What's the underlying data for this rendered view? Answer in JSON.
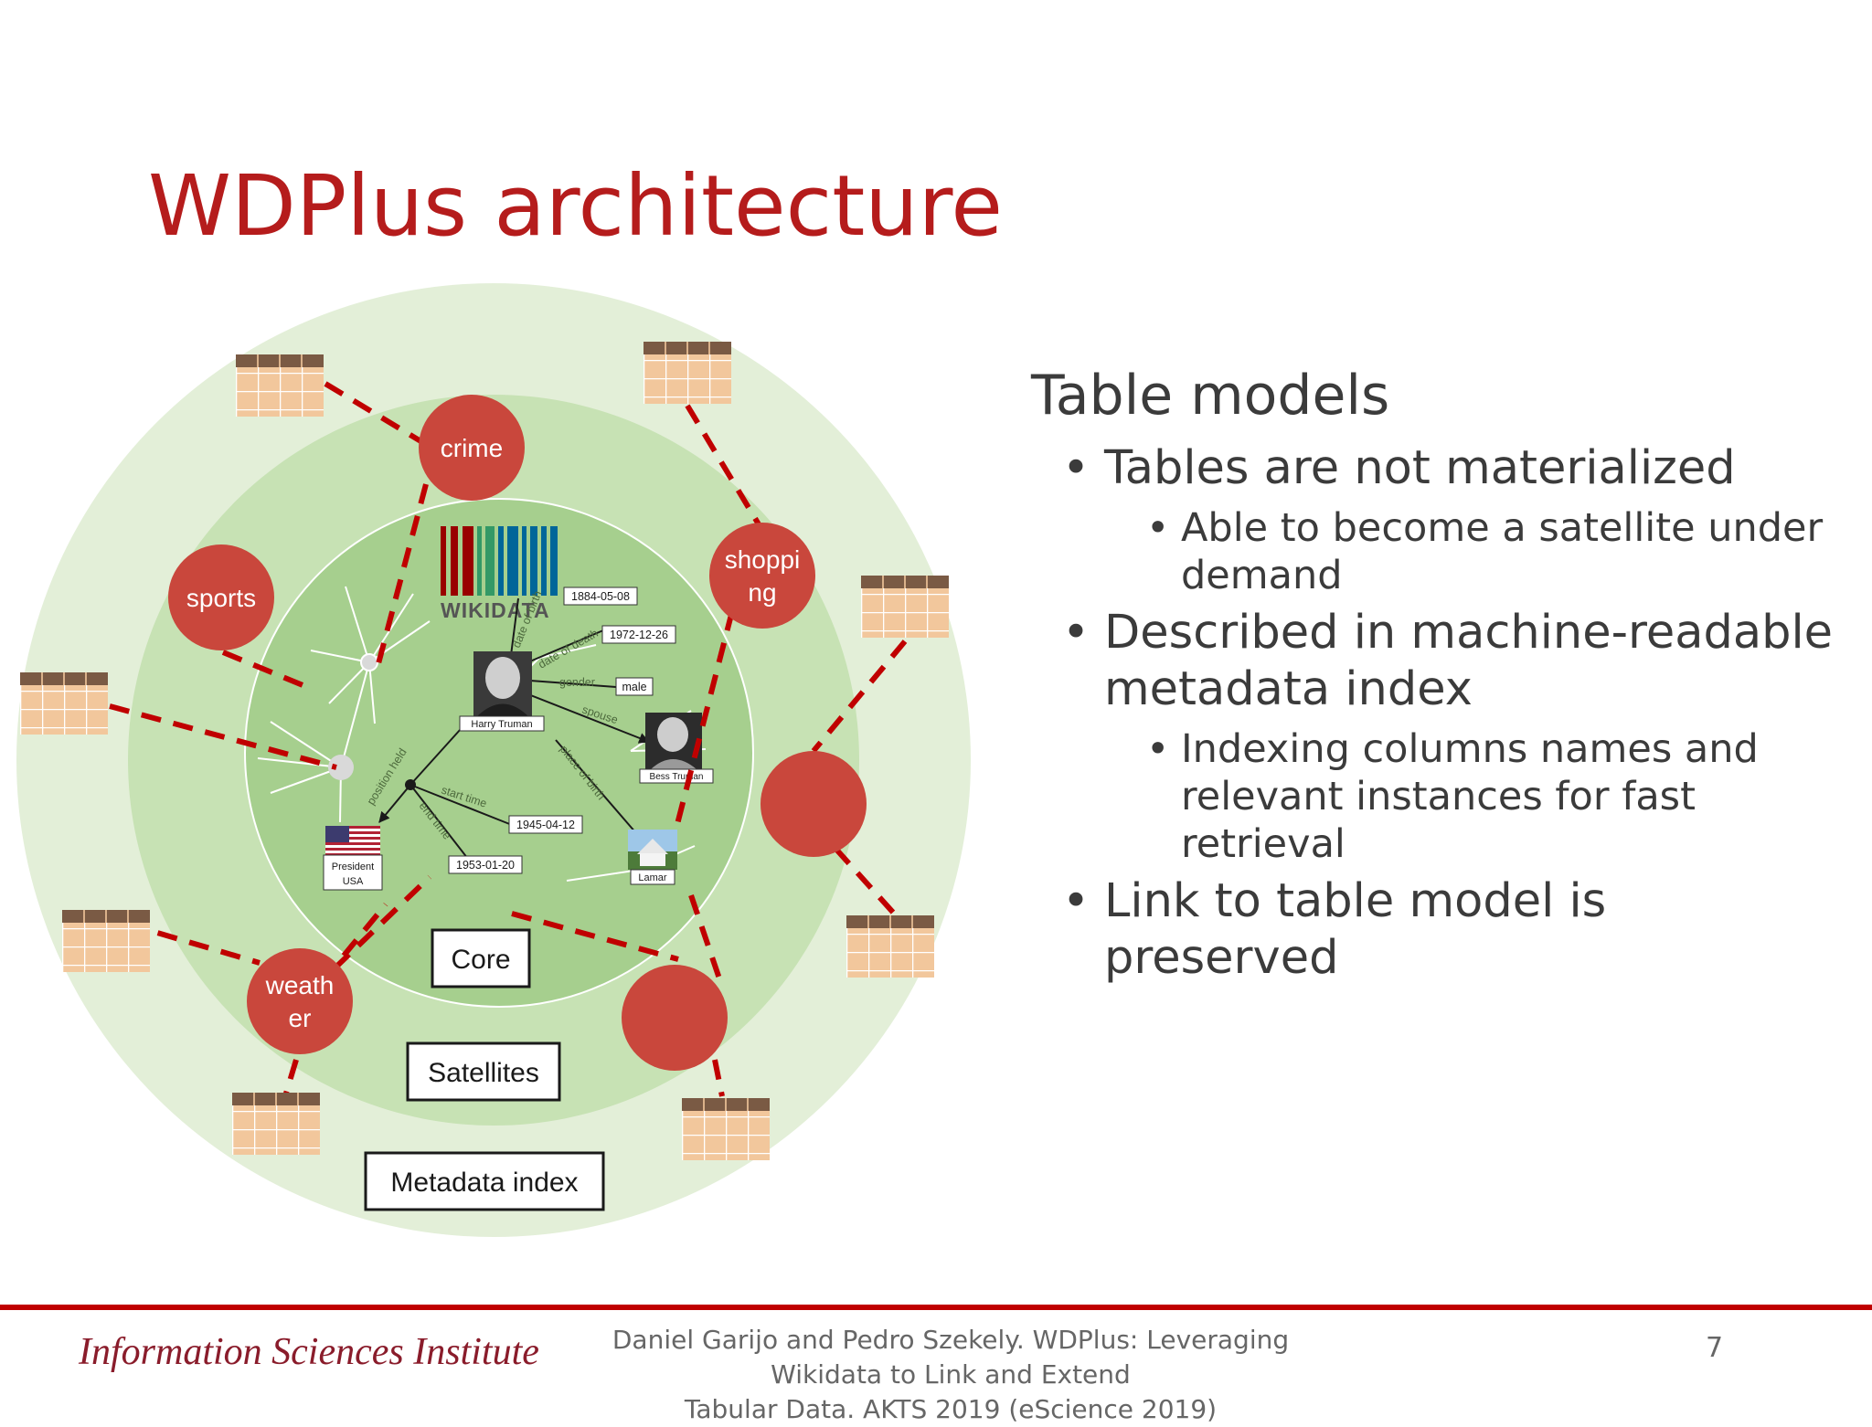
{
  "slide": {
    "title": "WDPlus architecture",
    "page_number": "7"
  },
  "diagram": {
    "topics": [
      "crime",
      "sports",
      "shoppi",
      "ng",
      "weath",
      "er"
    ],
    "wikidata_logo": "WIKIDATA",
    "entity": {
      "person": "Harry Truman",
      "spouse": "Bess Truman",
      "birthplace": "Lamar",
      "position_line1": "President",
      "position_line2": "USA"
    },
    "properties": {
      "date_of_birth": "date of birth",
      "date_of_death": "date of death",
      "gender": "gender",
      "spouse": "spouse",
      "place_of_birth": "place of birth",
      "position_held": "position held",
      "start_time": "start time",
      "end_time": "end time"
    },
    "values": {
      "birth_date": "1884-05-08",
      "death_date": "1972-12-26",
      "gender": "male",
      "start_date": "1945-04-12",
      "end_date": "1953-01-20"
    },
    "labels": {
      "core": "Core",
      "satellites": "Satellites",
      "metadata_index": "Metadata index"
    },
    "colors": {
      "outer_ring": "#e3efd8",
      "middle_ring": "#c7e2b4",
      "core": "#a6cf8e",
      "satellite": "#c9473c",
      "dashed_link": "#c00000",
      "table_header": "#7a5a44",
      "table_body": "#f2c79c"
    }
  },
  "bullets": {
    "heading": "Table models",
    "items": [
      {
        "level": 1,
        "text": "Tables are not materialized"
      },
      {
        "level": 2,
        "text": "Able to become a satellite under demand"
      },
      {
        "level": 1,
        "text": "Described in machine-readable metadata index"
      },
      {
        "level": 2,
        "text": "Indexing columns names and relevant instances for fast retrieval"
      },
      {
        "level": 1,
        "text": "Link to table model is preserved"
      }
    ]
  },
  "footer": {
    "institute": "Information Sciences Institute",
    "citation_line1": "Daniel Garijo and Pedro Szekely. WDPlus: Leveraging Wikidata to Link and Extend",
    "citation_line2": "Tabular Data. AKTS 2019 (eScience 2019)"
  }
}
